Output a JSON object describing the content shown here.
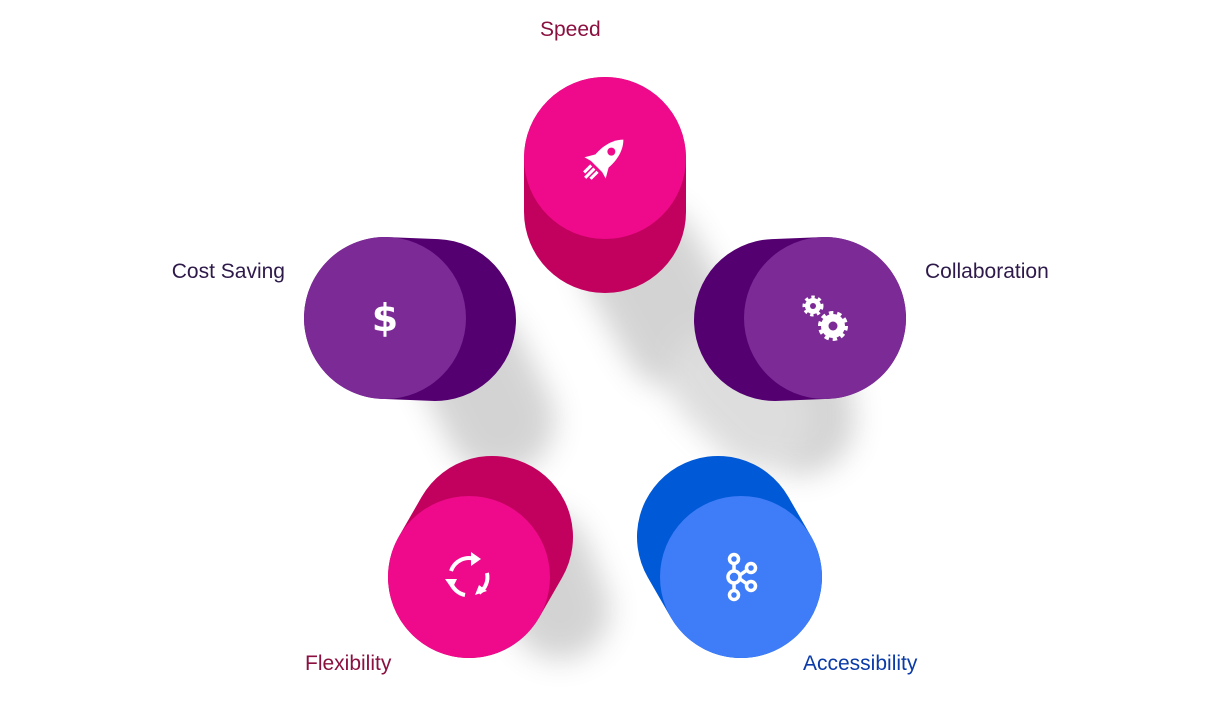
{
  "items": [
    {
      "label": "Speed",
      "icon": "rocket-icon",
      "label_color": "#8B1040",
      "face": "#EE0A8A",
      "side": "#C2005E"
    },
    {
      "label": "Collaboration",
      "icon": "gears-icon",
      "label_color": "#2E1A4A",
      "face": "#7B2A96",
      "side": "#540070"
    },
    {
      "label": "Accessibility",
      "icon": "network-nodes-icon",
      "label_color": "#0A3BA8",
      "face": "#3F7CF8",
      "side": "#0059D6"
    },
    {
      "label": "Flexibility",
      "icon": "refresh-cycle-icon",
      "label_color": "#8B1040",
      "face": "#EE0A8A",
      "side": "#C2005E"
    },
    {
      "label": "Cost Saving",
      "icon": "dollar-icon",
      "label_color": "#2E1A4A",
      "face": "#7B2A96",
      "side": "#540070"
    }
  ]
}
